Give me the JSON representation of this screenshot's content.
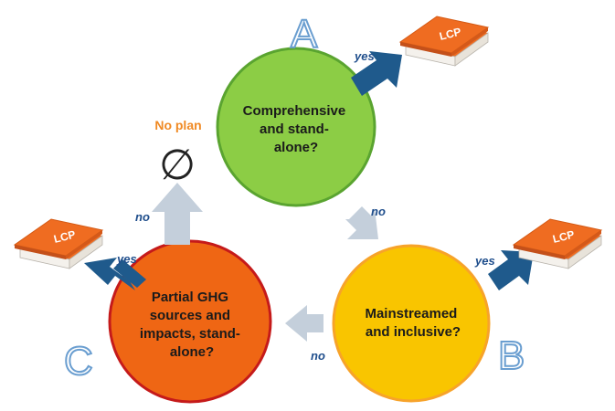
{
  "letters": {
    "a": "A",
    "b": "B",
    "c": "C"
  },
  "circles": {
    "a": {
      "lines": [
        "Comprehensive",
        "and stand-",
        "alone?"
      ],
      "fill": "#8ccd45",
      "stroke": "#5aa430"
    },
    "b": {
      "lines": [
        "Mainstreamed",
        "and inclusive?"
      ],
      "fill": "#f9c500",
      "stroke": "#f7a32a"
    },
    "c": {
      "lines": [
        "Partial GHG",
        "sources and",
        "impacts, stand-",
        "alone?"
      ],
      "fill": "#ef6614",
      "stroke": "#c51a1a"
    }
  },
  "labels": {
    "yes_a": "yes",
    "yes_b": "yes",
    "yes_c": "yes",
    "no_ab": "no",
    "no_bc": "no",
    "no_c_up": "no"
  },
  "books": {
    "a": "LCP",
    "b": "LCP",
    "c": "LCP"
  },
  "no_plan": {
    "text": "No plan",
    "symbol": "∅"
  },
  "colors": {
    "yes_arrow": "#1f5a8c",
    "no_arrow": "#c4cfdb",
    "book_orange": "#ef6c21",
    "book_dark": "#c4501a"
  }
}
